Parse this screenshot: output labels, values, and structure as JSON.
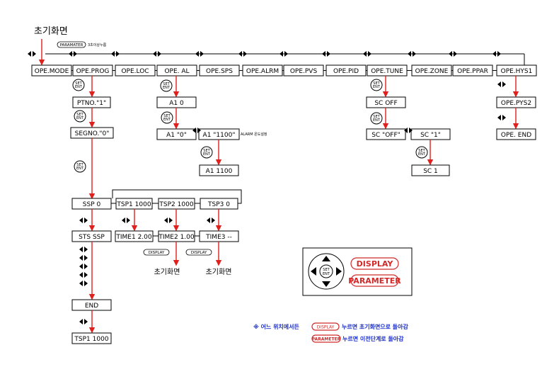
{
  "title": "초기화면",
  "param_hint": {
    "button": "PARAMATER",
    "text": "3초이상누름"
  },
  "menu": [
    "OPE.MODE",
    "OPE.PROG",
    "OPE.LOC",
    "OPE. AL",
    "OPE.SPS",
    "OPE.ALRM",
    "OPE.PVS",
    "OPE.PID",
    "OPE.TUNE",
    "OPE.ZONE",
    "OPE.PPAR",
    "OPE.HYS1"
  ],
  "set_key": [
    "SET",
    "ENT"
  ],
  "prog": {
    "ptno": "PTNO.\"1\"",
    "segno": "SEGNO.\"0\""
  },
  "al": {
    "a1": "A1    0",
    "a1_sel": "A1    \"0\"",
    "a1_new": "A1  \"1100\"",
    "alarm_note": "ALARM 온도설정",
    "a1_done": "A1   1100"
  },
  "tune": {
    "sc": "SC   OFF",
    "sc_sel": "SC   \"OFF\"",
    "sc_new": "SC     \"1\"",
    "sc_done": "SC    1"
  },
  "hys": {
    "pys2": "OPE.PYS2",
    "end": "OPE.  END"
  },
  "seg": {
    "ssp": "SSP      0",
    "tsp1": "TSP1 1000",
    "tsp2": "TSP2 1000",
    "tsp3": "TSP3     0",
    "sts": "STS SSP",
    "time1": "TIME1 2.00",
    "time2": "TIME2 1.00",
    "time3": "TIME3 --",
    "end": "END",
    "tsp1_end": "TSP1 1000",
    "display": "DISPLAY",
    "home": "초기화면"
  },
  "keypad": {
    "display": "DISPLAY",
    "parameter": "PARAMETER"
  },
  "notes": {
    "prefix": "※ 어느 위치에서든",
    "display_pill": "DISPLAY",
    "display_text": "누르면 초기화면으로 돌아감",
    "param_pill": "PARAMETER",
    "param_text": "누르면 이전단계로 돌아감"
  },
  "colors": {
    "arrow": "#e0201c",
    "note": "#1a2ec8",
    "pill": "#d12a2a"
  }
}
